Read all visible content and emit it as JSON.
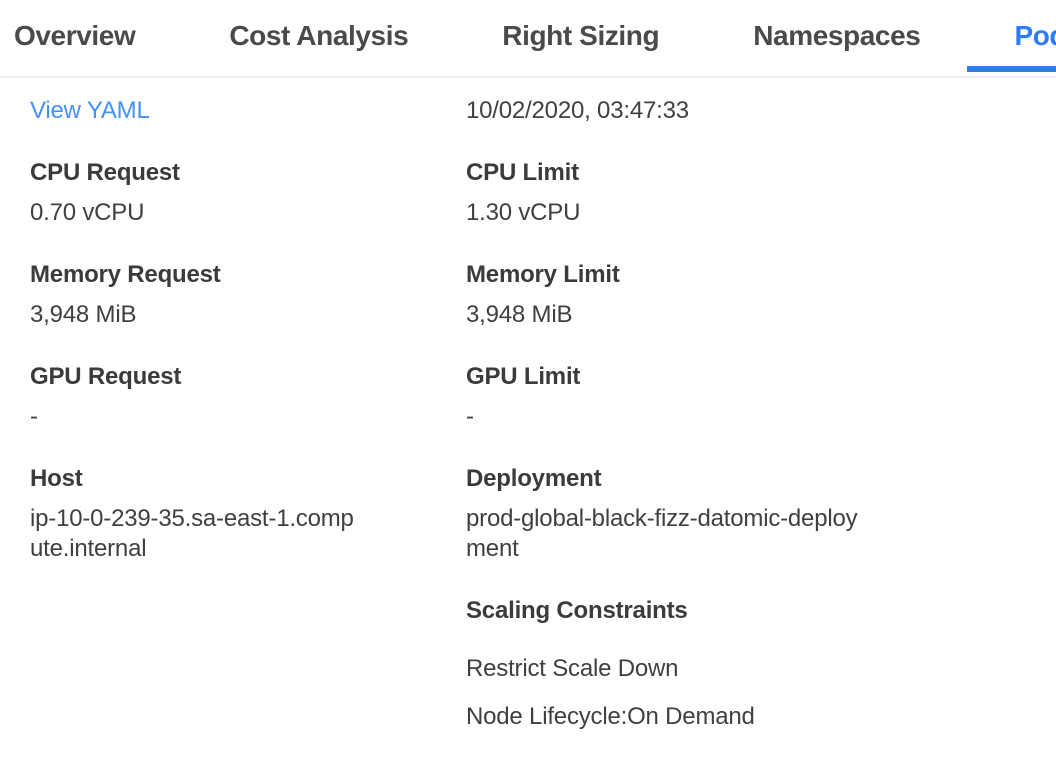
{
  "tabs": [
    {
      "label": "Overview",
      "active": false
    },
    {
      "label": "Cost Analysis",
      "active": false
    },
    {
      "label": "Right Sizing",
      "active": false
    },
    {
      "label": "Namespaces",
      "active": false
    },
    {
      "label": "Pods",
      "active": true
    }
  ],
  "header_row": {
    "view_yaml_link": "View YAML",
    "timestamp": "10/02/2020, 03:47:33"
  },
  "fields": {
    "left": [
      {
        "label": "CPU Request",
        "value": "0.70 vCPU"
      },
      {
        "label": "Memory Request",
        "value": "3,948 MiB"
      },
      {
        "label": "GPU Request",
        "value": "-"
      },
      {
        "label": "Host",
        "value": "ip-10-0-239-35.sa-east-1.compute.internal"
      }
    ],
    "right": [
      {
        "label": "CPU Limit",
        "value": "1.30 vCPU"
      },
      {
        "label": "Memory Limit",
        "value": "3,948 MiB"
      },
      {
        "label": "GPU Limit",
        "value": "-"
      },
      {
        "label": "Deployment",
        "value": "prod-global-black-fizz-datomic-deployment"
      }
    ]
  },
  "scaling": {
    "title": "Scaling Constraints",
    "items": [
      "Restrict Scale Down",
      "Node Lifecycle:On Demand"
    ]
  },
  "colors": {
    "accent_blue": "#2e7cf4",
    "link_blue": "#4591f5"
  }
}
